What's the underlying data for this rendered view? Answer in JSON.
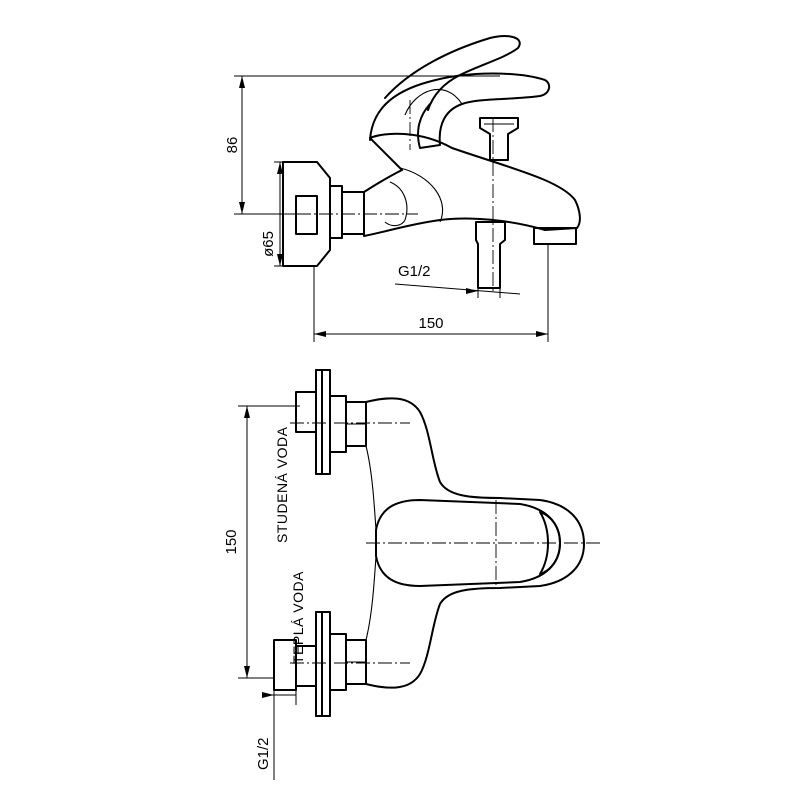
{
  "side_view": {
    "height_label": "86",
    "diameter_label": "ø65",
    "thread_label": "G1/2",
    "width_label": "150"
  },
  "top_view": {
    "spacing_label": "150",
    "cold_water_label": "STUDENÁ VODA",
    "hot_water_label": "TEPLÁ VODA",
    "thread_label": "G1/2"
  }
}
